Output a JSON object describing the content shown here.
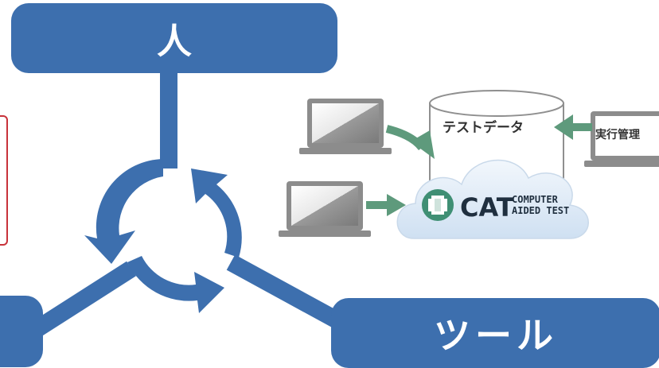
{
  "nodes": {
    "person": "人",
    "tool": "ツール"
  },
  "system": {
    "test_data": "テストデータ",
    "exec_management": "実行管理",
    "cat_logo": {
      "word": "CAT",
      "line1": "COMPUTER",
      "line2": "AIDED TEST"
    }
  },
  "colors": {
    "node_blue": "#3d6fae",
    "arrow_green": "#5e9a7c",
    "frame_red": "#c8323a",
    "cloud": "#dde9f6"
  }
}
